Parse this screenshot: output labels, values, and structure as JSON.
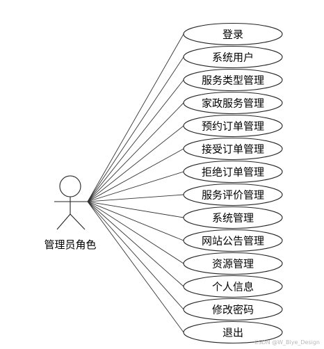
{
  "actor": {
    "label": "管理员角色"
  },
  "use_cases": [
    {
      "label": "登录"
    },
    {
      "label": "系统用户"
    },
    {
      "label": "服务类型管理"
    },
    {
      "label": "家政服务管理"
    },
    {
      "label": "预约订单管理"
    },
    {
      "label": "接受订单管理"
    },
    {
      "label": "拒绝订单管理"
    },
    {
      "label": "服务评价管理"
    },
    {
      "label": "系统管理"
    },
    {
      "label": "网站公告管理"
    },
    {
      "label": "资源管理"
    },
    {
      "label": "个人信息"
    },
    {
      "label": "修改密码"
    },
    {
      "label": "退出"
    }
  ],
  "watermark": "CSDN @W_Biye_Design"
}
